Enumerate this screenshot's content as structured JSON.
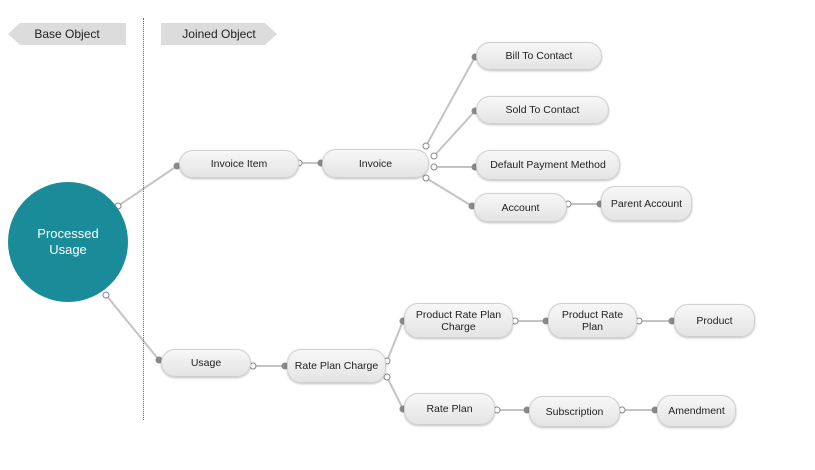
{
  "headers": {
    "base": "Base Object",
    "joined": "Joined Object"
  },
  "center": {
    "label": "Processed Usage",
    "color": "#1a8c99"
  },
  "nodes": {
    "invoice_item": "Invoice Item",
    "invoice": "Invoice",
    "bill_to_contact": "Bill To Contact",
    "sold_to_contact": "Sold To Contact",
    "default_payment_method": "Default Payment Method",
    "account": "Account",
    "parent_account": "Parent Account",
    "usage": "Usage",
    "rate_plan_charge": "Rate Plan Charge",
    "product_rate_plan_charge": "Product Rate Plan Charge",
    "product_rate_plan": "Product Rate Plan",
    "product": "Product",
    "rate_plan": "Rate Plan",
    "subscription": "Subscription",
    "amendment": "Amendment"
  }
}
